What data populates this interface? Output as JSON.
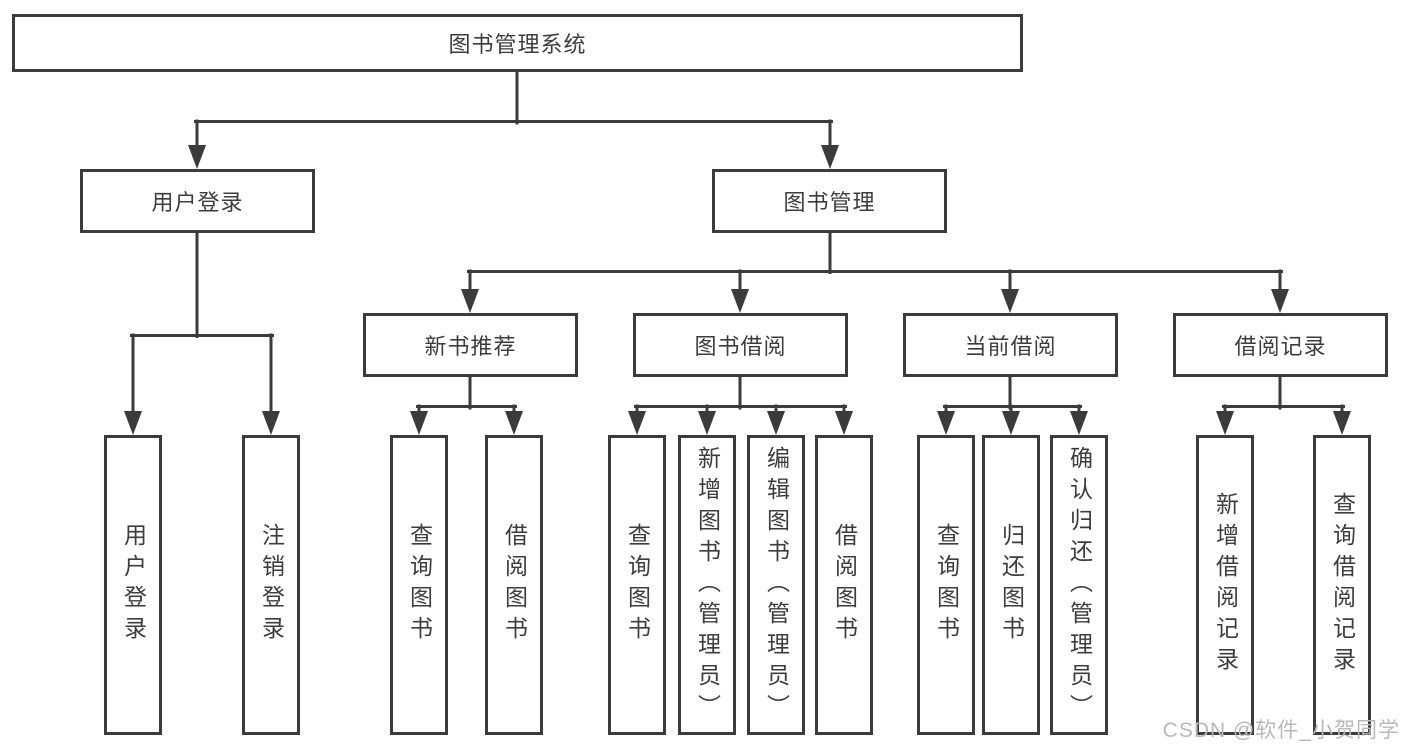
{
  "tree": {
    "root": "图书管理系统",
    "branches": [
      {
        "label": "用户登录",
        "leaves": [
          "用户登录",
          "注销登录"
        ]
      },
      {
        "label": "图书管理",
        "groups": [
          {
            "label": "新书推荐",
            "leaves": [
              "查询图书",
              "借阅图书"
            ]
          },
          {
            "label": "图书借阅",
            "leaves": [
              "查询图书",
              "新增图书（管理员）",
              "编辑图书（管理员）",
              "借阅图书"
            ]
          },
          {
            "label": "当前借阅",
            "leaves": [
              "查询图书",
              "归还图书",
              "确认归还（管理员）"
            ]
          },
          {
            "label": "借阅记录",
            "leaves": [
              "新增借阅记录",
              "查询借阅记录"
            ]
          }
        ]
      }
    ]
  },
  "watermark": {
    "text": "CSDN @软件_小贺同学"
  },
  "colors": {
    "line": "#3b3b3b",
    "text": "#3d3d3d",
    "background": "#ffffff",
    "watermark": "#b8b8b8"
  }
}
